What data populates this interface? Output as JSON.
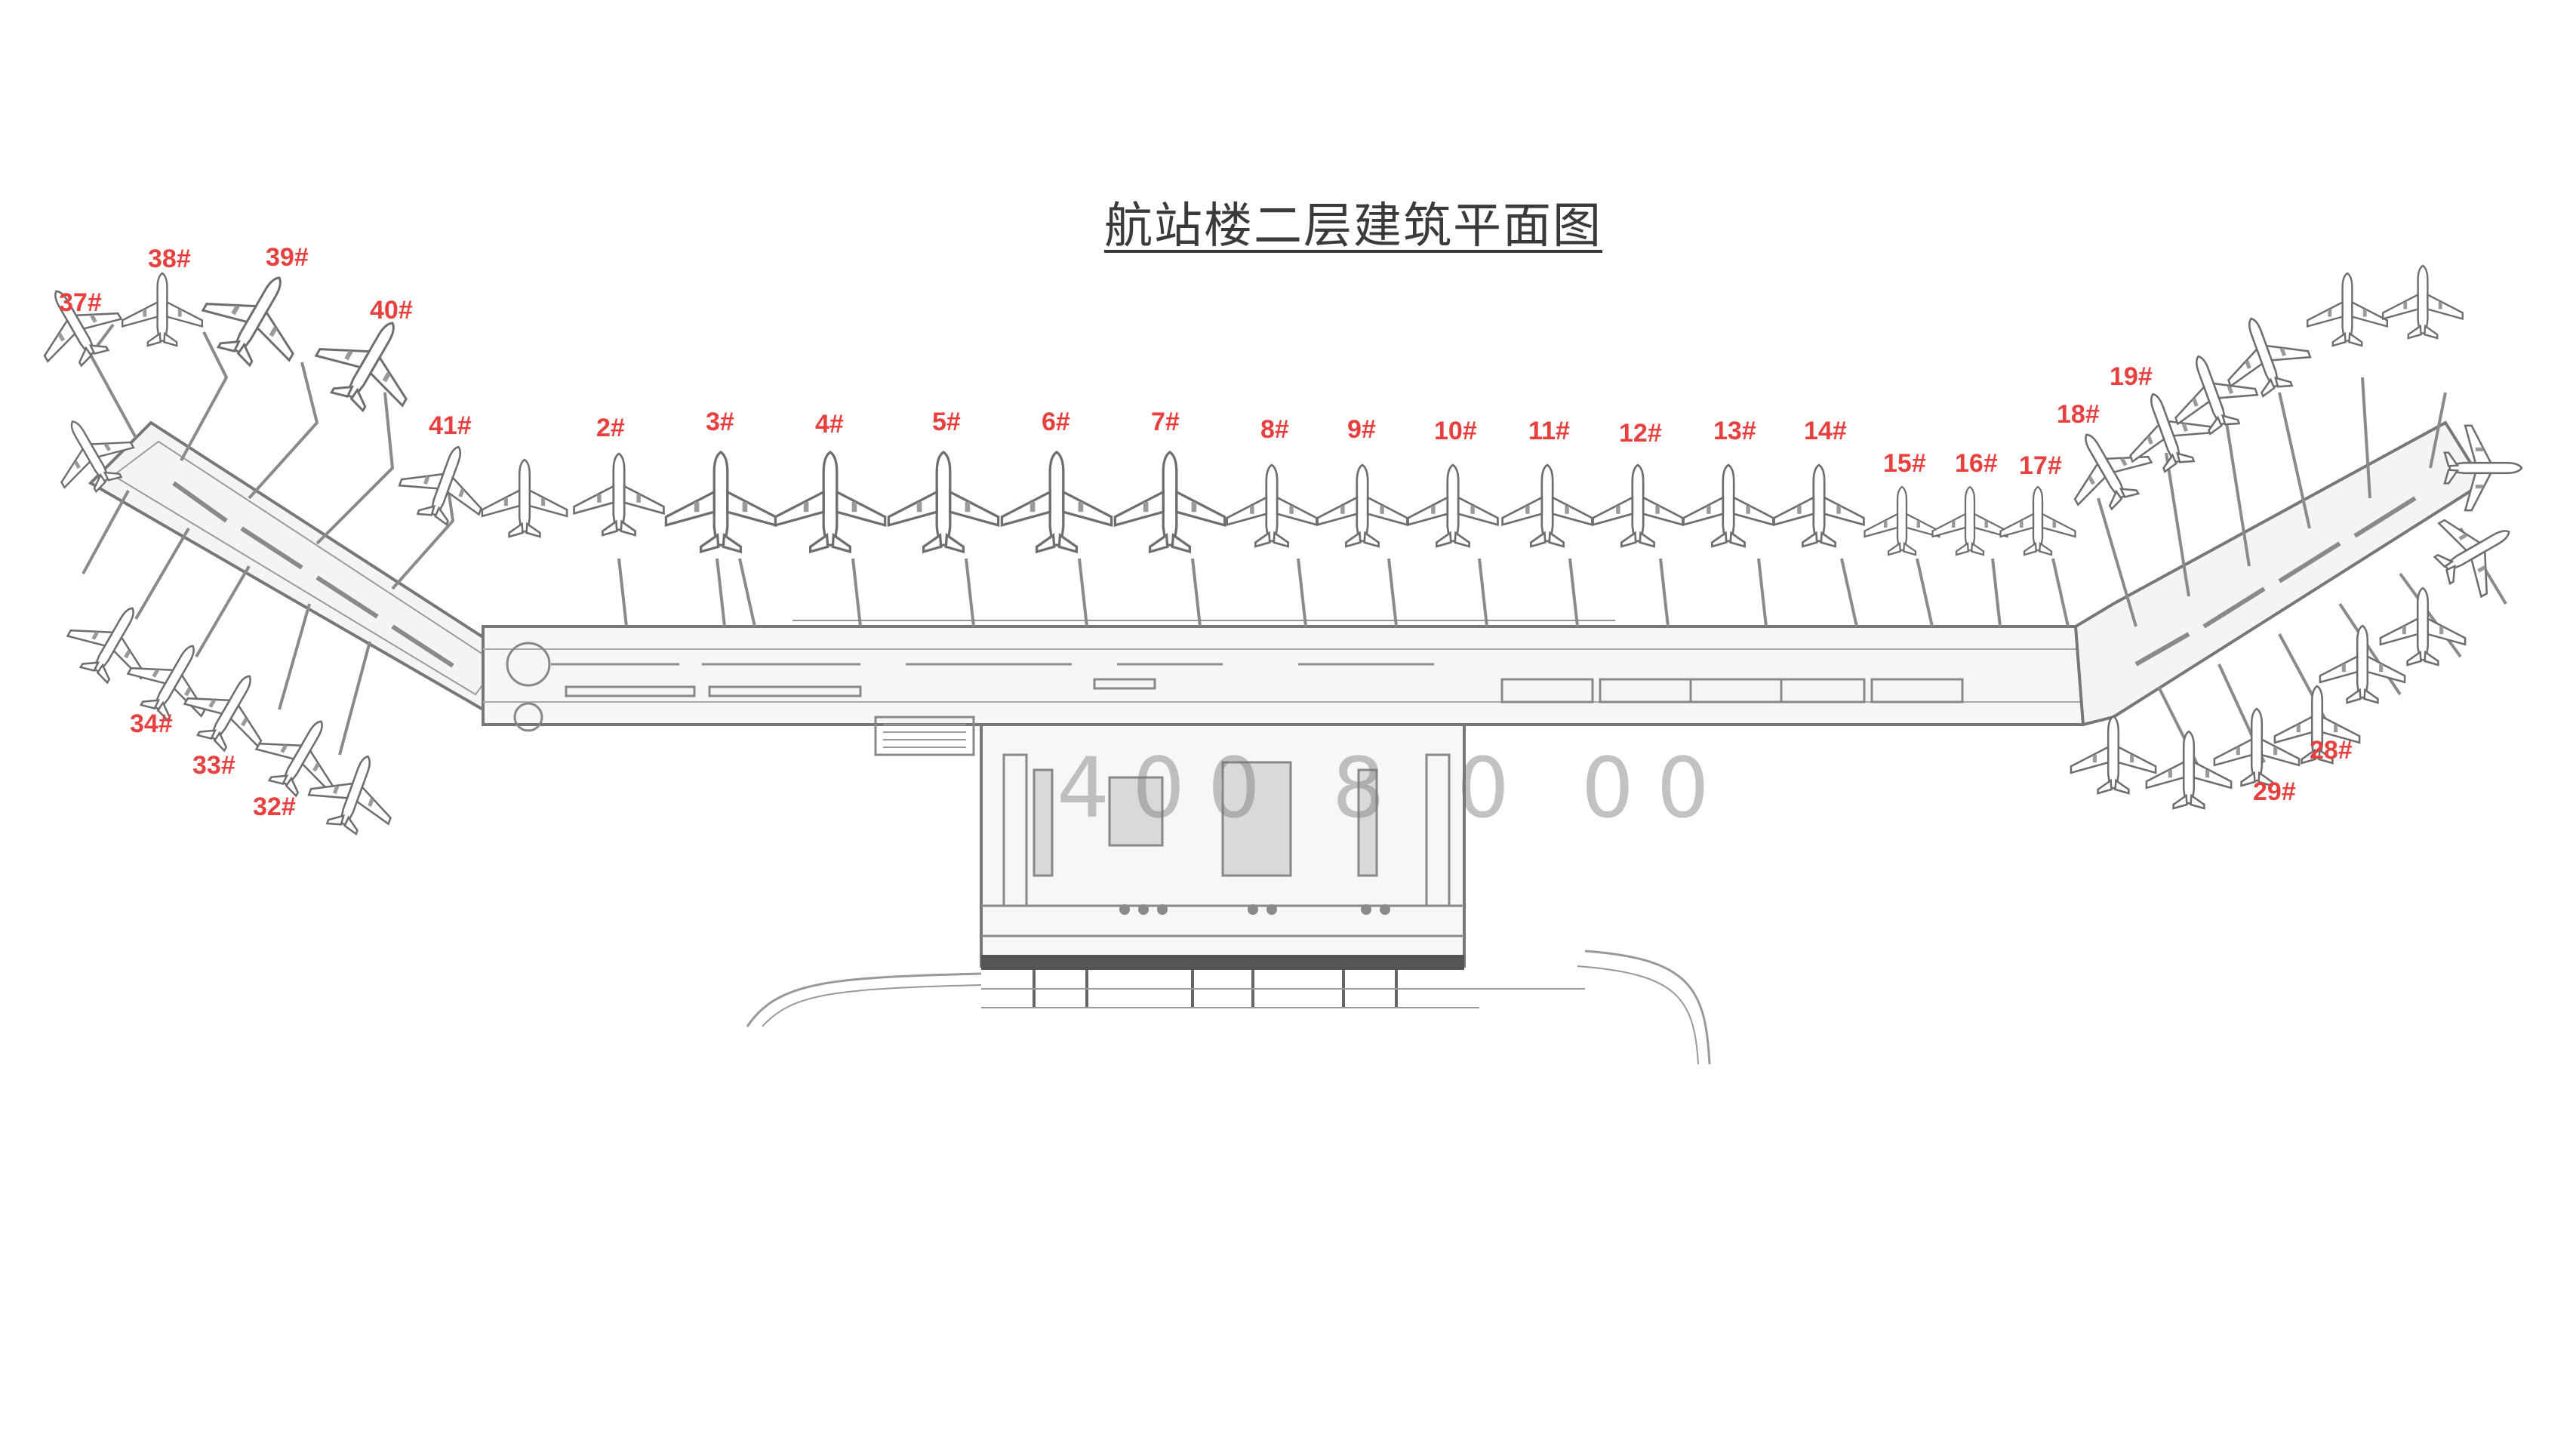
{
  "diagram": {
    "title": "航站楼二层建筑平面图",
    "watermark": "400 8 0 00",
    "accent_color": "#e8403f",
    "line_color": "#8a8a8a",
    "gates": [
      {
        "id": "37#",
        "label": "37#"
      },
      {
        "id": "38#",
        "label": "38#"
      },
      {
        "id": "39#",
        "label": "39#"
      },
      {
        "id": "40#",
        "label": "40#"
      },
      {
        "id": "41#",
        "label": "41#"
      },
      {
        "id": "2#",
        "label": "2#"
      },
      {
        "id": "3#",
        "label": "3#"
      },
      {
        "id": "4#",
        "label": "4#"
      },
      {
        "id": "5#",
        "label": "5#"
      },
      {
        "id": "6#",
        "label": "6#"
      },
      {
        "id": "7#",
        "label": "7#"
      },
      {
        "id": "8#",
        "label": "8#"
      },
      {
        "id": "9#",
        "label": "9#"
      },
      {
        "id": "10#",
        "label": "10#"
      },
      {
        "id": "11#",
        "label": "11#"
      },
      {
        "id": "12#",
        "label": "12#"
      },
      {
        "id": "13#",
        "label": "13#"
      },
      {
        "id": "14#",
        "label": "14#"
      },
      {
        "id": "15#",
        "label": "15#"
      },
      {
        "id": "16#",
        "label": "16#"
      },
      {
        "id": "17#",
        "label": "17#"
      },
      {
        "id": "18#",
        "label": "18#"
      },
      {
        "id": "19#",
        "label": "19#"
      },
      {
        "id": "28#",
        "label": "28#"
      },
      {
        "id": "29#",
        "label": "29#"
      },
      {
        "id": "32#",
        "label": "32#"
      },
      {
        "id": "33#",
        "label": "33#"
      },
      {
        "id": "34#",
        "label": "34#"
      }
    ]
  }
}
